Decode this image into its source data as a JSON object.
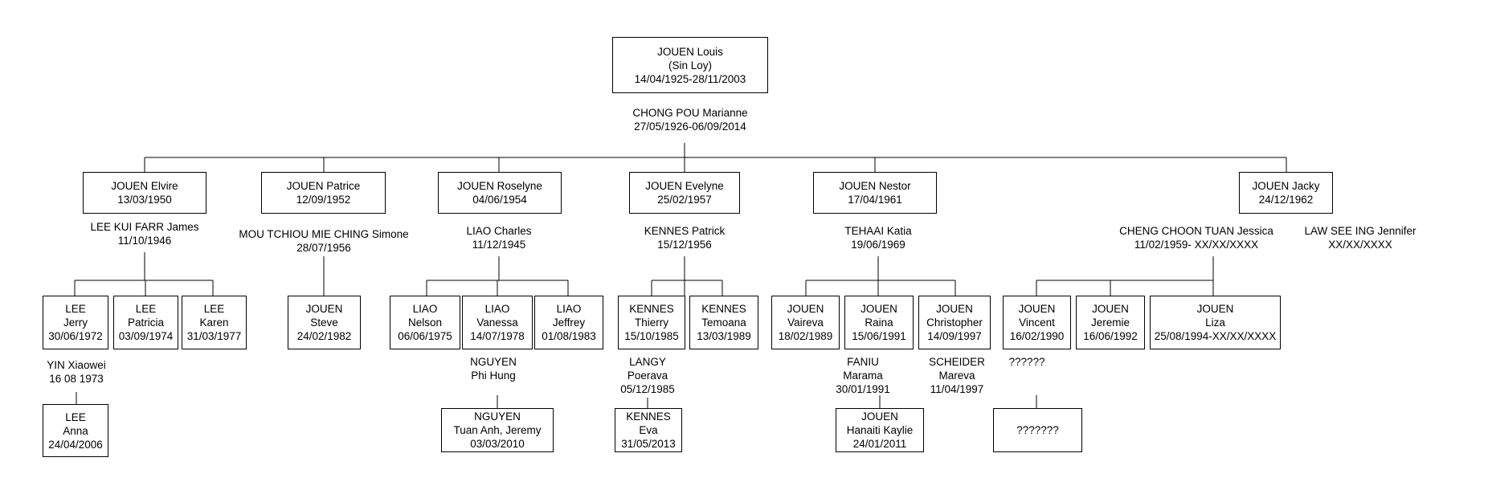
{
  "people": {
    "louis": [
      "JOUEN Louis",
      "(Sin Loy)",
      "14/04/1925-28/11/2003"
    ],
    "marianne": [
      "CHONG POU Marianne",
      "27/05/1926-06/09/2014"
    ],
    "elvire": [
      "JOUEN Elvire",
      "13/03/1950"
    ],
    "patrice": [
      "JOUEN Patrice",
      "12/09/1952"
    ],
    "roselyne": [
      "JOUEN Roselyne",
      "04/06/1954"
    ],
    "evelyne": [
      "JOUEN Evelyne",
      "25/02/1957"
    ],
    "nestor": [
      "JOUEN Nestor",
      "17/04/1961"
    ],
    "jacky": [
      "JOUEN Jacky",
      "24/12/1962"
    ],
    "james": [
      "LEE KUI FARR James",
      "11/10/1946"
    ],
    "simone": [
      "MOU TCHIOU MIE CHING Simone",
      "28/07/1956"
    ],
    "charles": [
      "LIAO Charles",
      "11/12/1945"
    ],
    "patrick": [
      "KENNES Patrick",
      "15/12/1956"
    ],
    "katia": [
      "TEHAAI Katia",
      "19/06/1969"
    ],
    "jessica": [
      "CHENG CHOON TUAN Jessica",
      "11/02/1959- XX/XX/XXXX"
    ],
    "jennifer": [
      "LAW SEE ING Jennifer",
      "XX/XX/XXXX"
    ],
    "jerry": [
      "LEE",
      "Jerry",
      "30/06/1972"
    ],
    "patricia": [
      "LEE",
      "Patricia",
      "03/09/1974"
    ],
    "karen": [
      "LEE",
      "Karen",
      "31/03/1977"
    ],
    "steve": [
      "JOUEN",
      "Steve",
      "24/02/1982"
    ],
    "nelson": [
      "LIAO",
      "Nelson",
      "06/06/1975"
    ],
    "vanessa": [
      "LIAO",
      "Vanessa",
      "14/07/1978"
    ],
    "jeffrey": [
      "LIAO",
      "Jeffrey",
      "01/08/1983"
    ],
    "thierry": [
      "KENNES",
      "Thierry",
      "15/10/1985"
    ],
    "temoana": [
      "KENNES",
      "Temoana",
      "13/03/1989"
    ],
    "vaireva": [
      "JOUEN",
      "Vaireva",
      "18/02/1989"
    ],
    "raina": [
      "JOUEN",
      "Raina",
      "15/06/1991"
    ],
    "christopher": [
      "JOUEN",
      "Christopher",
      "14/09/1997"
    ],
    "vincent": [
      "JOUEN",
      "Vincent",
      "16/02/1990"
    ],
    "jeremie": [
      "JOUEN",
      "Jeremie",
      "16/06/1992"
    ],
    "liza": [
      "JOUEN",
      "Liza",
      "25/08/1994-XX/XX/XXXX"
    ],
    "xiaowei": [
      "YIN Xiaowei",
      "16 08 1973"
    ],
    "phihung": [
      "NGUYEN",
      "Phi Hung"
    ],
    "poerava": [
      "LANGY",
      "Poerava",
      "05/12/1985"
    ],
    "marama": [
      "FANIU",
      "Marama",
      "30/01/1991"
    ],
    "mareva": [
      "SCHEIDER",
      "Mareva",
      "11/04/1997"
    ],
    "vincent_spouse": [
      "??????"
    ],
    "anna": [
      "LEE",
      "Anna",
      "24/04/2006"
    ],
    "tuananh": [
      "NGUYEN",
      "Tuan Anh, Jeremy",
      "03/03/2010"
    ],
    "eva": [
      "KENNES",
      "Eva",
      "31/05/2013"
    ],
    "hanaiti": [
      "JOUEN",
      "Hanaiti Kaylie",
      "24/01/2011"
    ],
    "unknown_child": [
      "???????"
    ]
  }
}
